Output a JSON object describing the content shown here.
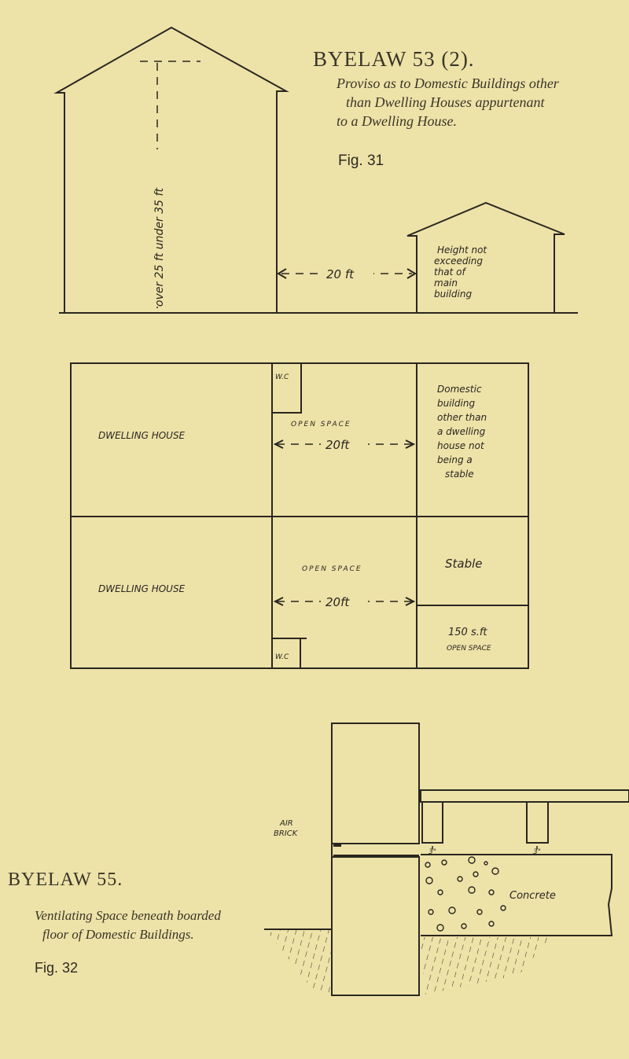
{
  "fig31": {
    "heading": "BYELAW 53 (2).",
    "caption_lines": [
      "Proviso as to Domestic Buildings other",
      "than Dwelling Houses appurtenant",
      "to a Dwelling House."
    ],
    "fig_label": "Fig. 31",
    "height_label": "over 25 ft under 35 ft",
    "distance_label": "20 ft",
    "small_building_lines": [
      "Height not",
      "exceeding",
      "that of",
      "main",
      "building"
    ]
  },
  "plan": {
    "dwelling_top": "DWELLING HOUSE",
    "dwelling_bottom": "DWELLING HOUSE",
    "wc_top": "W.C",
    "wc_bottom": "W.C",
    "open_space_top": "OPEN SPACE",
    "open_space_bottom": "OPEN SPACE",
    "distance_top": "20ft",
    "distance_bottom": "20ft",
    "domestic_lines": [
      "Domestic",
      "building",
      "other than",
      "a dwelling",
      "house not",
      "being a",
      "stable"
    ],
    "stable": "Stable",
    "small_open_lines": [
      "150 s.ft",
      "OPEN SPACE"
    ]
  },
  "fig32": {
    "heading": "BYELAW 55.",
    "caption_lines": [
      "Ventilating Space beneath boarded",
      "floor of Domestic Buildings."
    ],
    "fig_label": "Fig. 32",
    "air_brick_lines": [
      "AIR",
      "BRICK"
    ],
    "dimension_label": "3\"",
    "concrete": "Concrete"
  },
  "colors": {
    "paper": "#ede2a8",
    "ink": "#2a2720"
  }
}
